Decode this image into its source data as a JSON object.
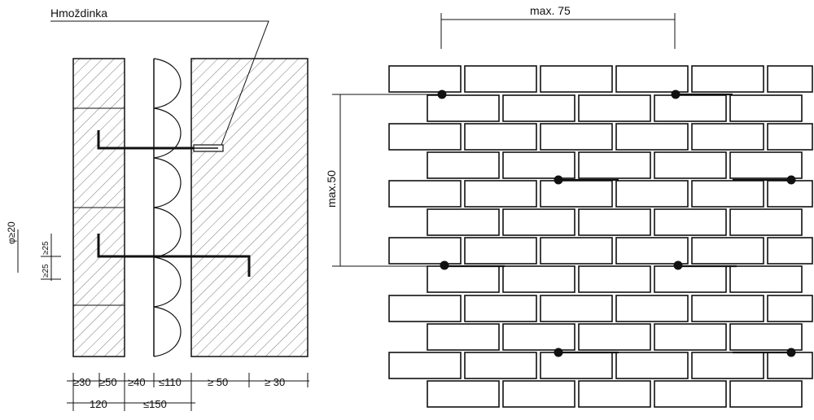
{
  "section": {
    "anchor_label": "Hmoždinka",
    "phi_label": "φ≥20",
    "small_dim_1": "≥25",
    "small_dim_2": "≥25",
    "bottom_dims_row1": [
      "≥30",
      "≥50",
      "≥40",
      "≤110",
      "≥ 50",
      "≥ 30"
    ],
    "bottom_dims_row2": [
      "120",
      "≤150"
    ]
  },
  "elevation": {
    "horizontal_spacing": "max. 75",
    "vertical_spacing": "max.50"
  },
  "colors": {
    "line": "#111111",
    "background": "#ffffff"
  }
}
